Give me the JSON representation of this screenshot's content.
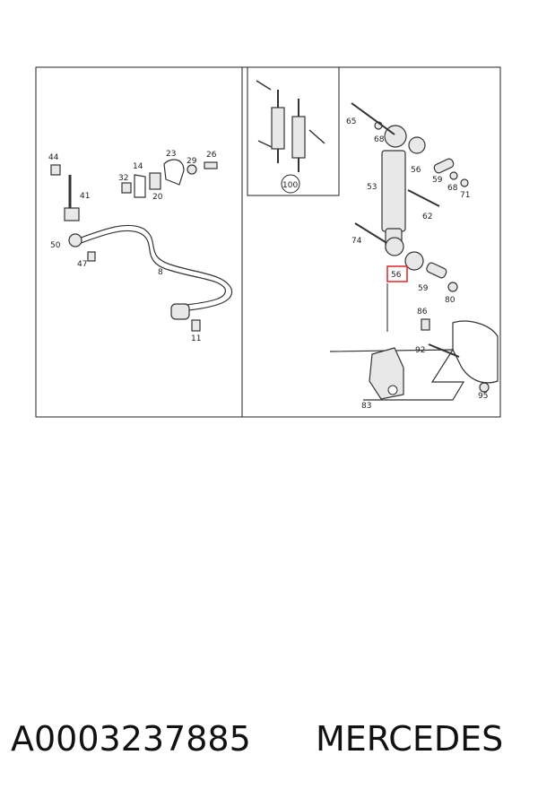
{
  "diagram": {
    "callouts": {
      "c44": "44",
      "c41": "41",
      "c50": "50",
      "c47": "47",
      "c8": "8",
      "c11": "11",
      "c14": "14",
      "c32": "32",
      "c20": "20",
      "c23": "23",
      "c29": "29",
      "c26": "26",
      "c100": "100",
      "c65": "65",
      "c68a": "68",
      "c56a": "56",
      "c59a": "59",
      "c68b": "68",
      "c71": "71",
      "c53": "53",
      "c62": "62",
      "c74": "74",
      "c56b": "56",
      "c59b": "59",
      "c80": "80",
      "c86": "86",
      "c92": "92",
      "c95": "95",
      "c83": "83"
    },
    "highlight_color": "#e0242c"
  },
  "caption": {
    "part_number": "A0003237885",
    "brand": "MERCEDES"
  }
}
